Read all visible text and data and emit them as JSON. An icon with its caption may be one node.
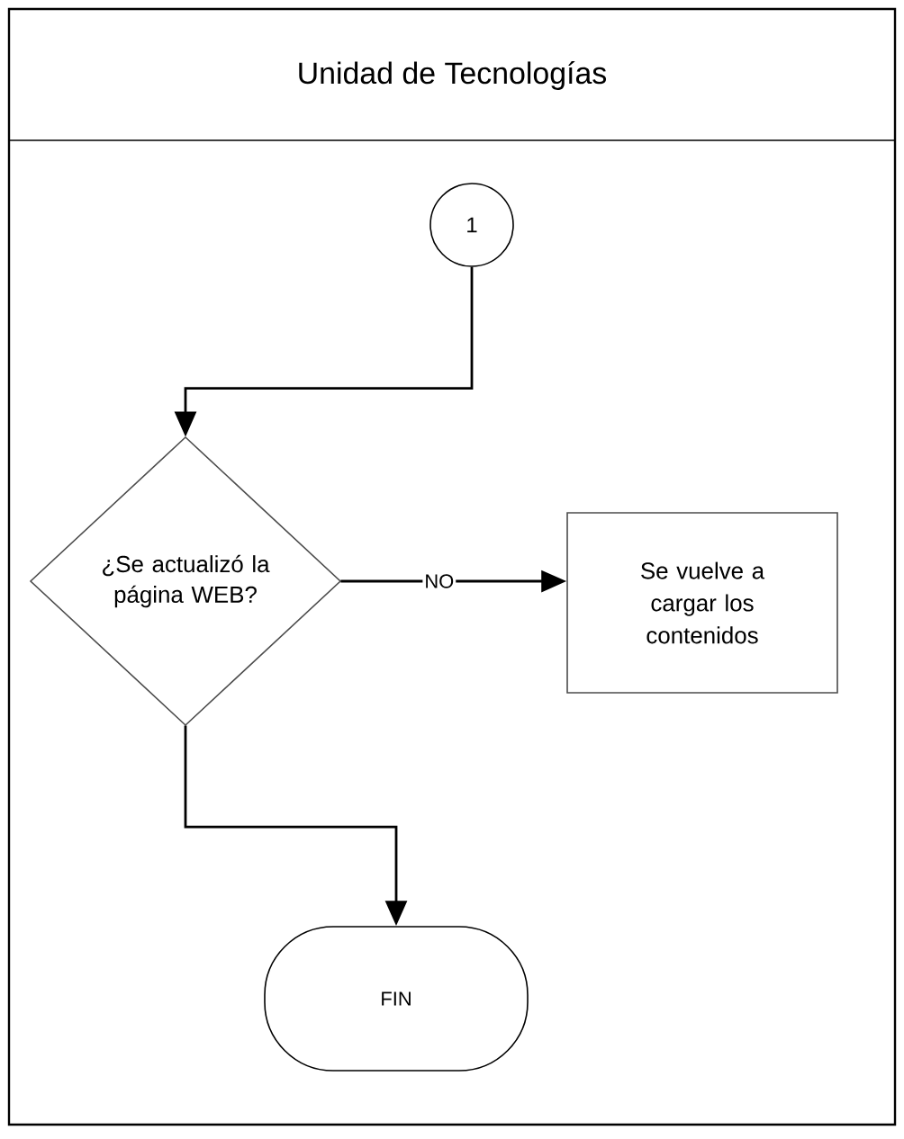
{
  "diagram": {
    "nodes": [
      {
        "text": [
          "Unidad de Tecnologías"
        ]
      },
      {
        "text": [
          "1"
        ],
        "in": 0
      },
      {
        "text": [
          "¿Se actualizó la página WEB?"
        ],
        "in": 0
      },
      {
        "text": [
          "Se vuelve a cargar los contenidos"
        ],
        "in": 0
      },
      {
        "text": [
          "FIN"
        ],
        "in": 0
      }
    ],
    "edges": [
      {
        "from": 1,
        "to": 2,
        "arrow": "to"
      },
      {
        "from": 2,
        "to": 3,
        "arrow": "to",
        "label": "NO"
      },
      {
        "from": 2,
        "to": 4,
        "arrow": "to"
      }
    ]
  }
}
